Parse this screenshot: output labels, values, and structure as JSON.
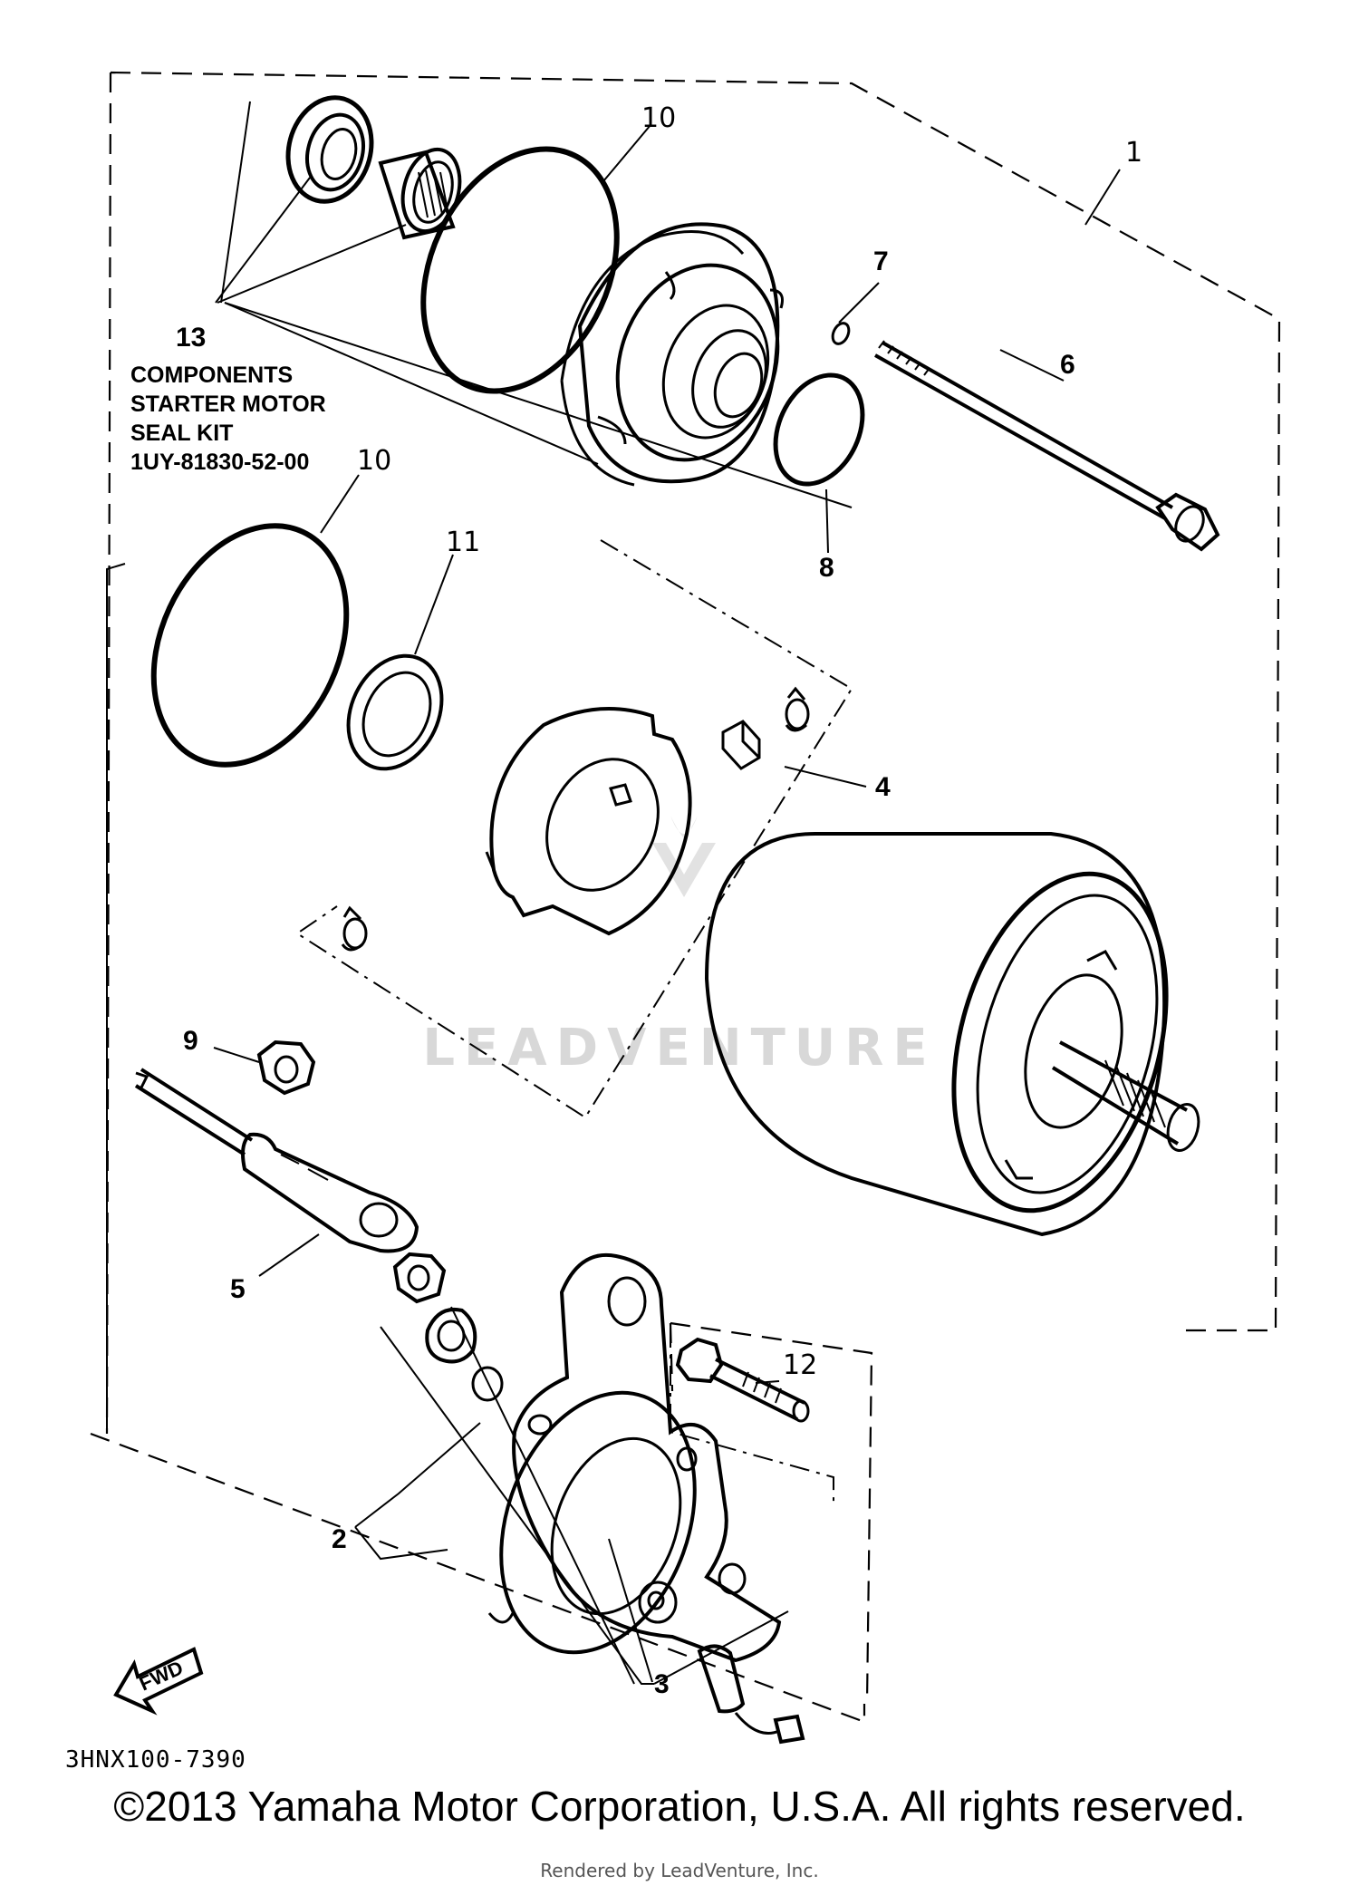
{
  "diagram": {
    "callouts": {
      "c1": "1",
      "c2": "2",
      "c3": "3",
      "c4": "4",
      "c5": "5",
      "c6": "6",
      "c7": "7",
      "c8": "8",
      "c9": "9",
      "c10a": "10",
      "c10b": "10",
      "c11": "11",
      "c12": "12",
      "c13": "13"
    },
    "kit_label": {
      "line1": "COMPONENTS",
      "line2": "STARTER MOTOR",
      "line3": "SEAL KIT",
      "line4": "1UY-81830-52-00"
    },
    "fwd_label": "FWD",
    "drawing_code": "3HNX100-7390",
    "watermark": "LEADVENTURE"
  },
  "footer": {
    "copyright": "©2013 Yamaha Motor Corporation, U.S.A. All rights reserved.",
    "rendered_by": "Rendered by LeadVenture, Inc."
  }
}
